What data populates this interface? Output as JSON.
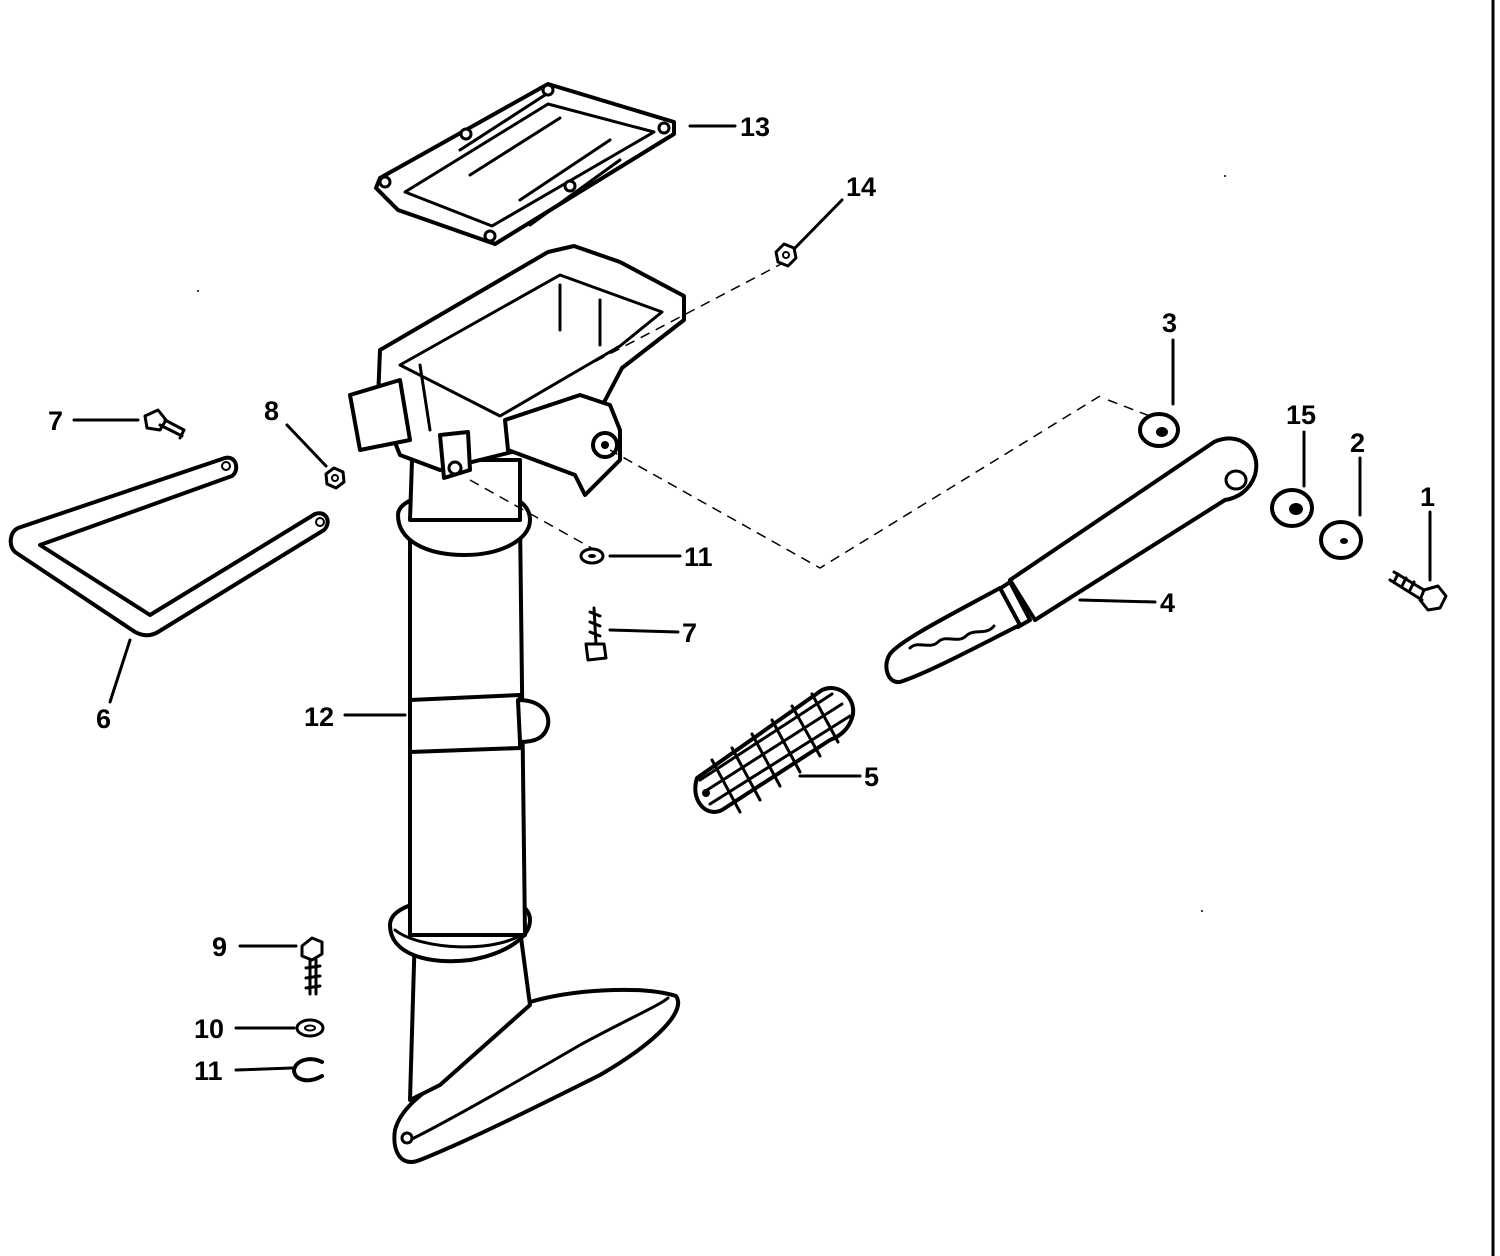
{
  "diagram": {
    "callouts": {
      "c1": "1",
      "c2": "2",
      "c3": "3",
      "c4": "4",
      "c5": "5",
      "c6": "6",
      "c7a": "7",
      "c7b": "7",
      "c8": "8",
      "c9": "9",
      "c10": "10",
      "c11a": "11",
      "c11b": "11",
      "c12": "12",
      "c13": "13",
      "c14": "14",
      "c15": "15"
    },
    "colors": {
      "ink": "#000000",
      "paper": "#ffffff"
    }
  }
}
